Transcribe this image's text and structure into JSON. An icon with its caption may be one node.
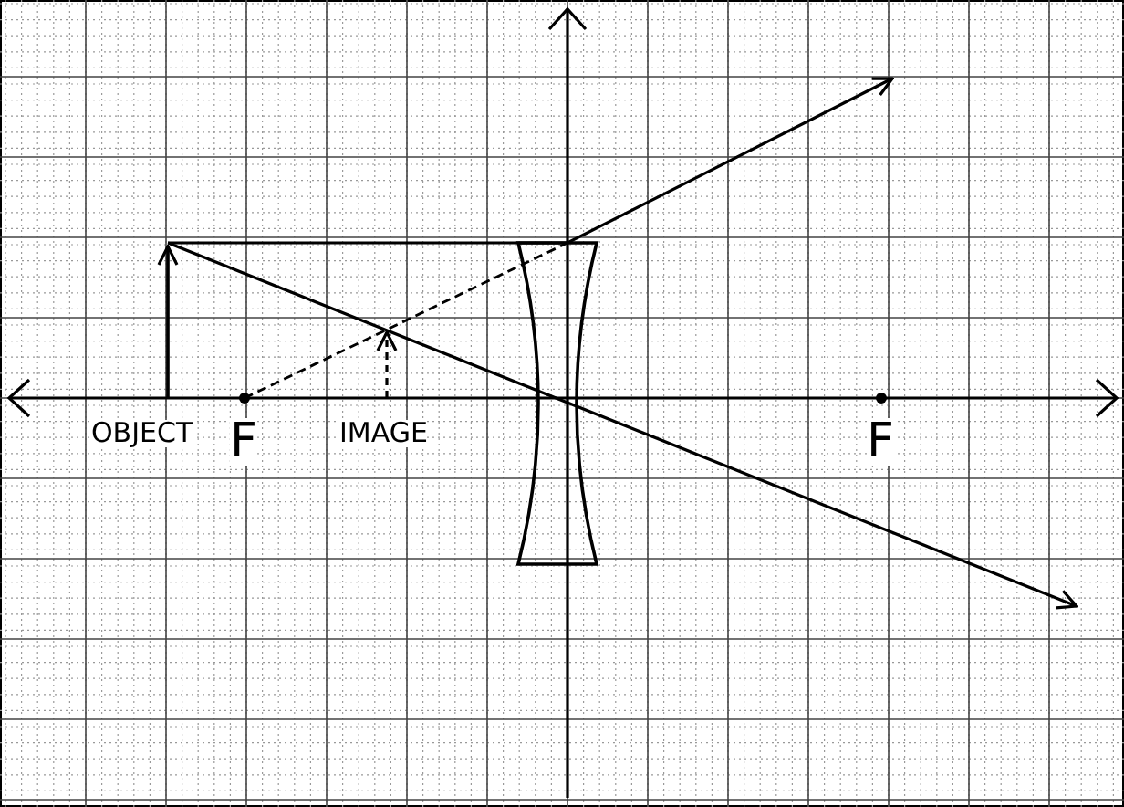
{
  "diagram": {
    "labels": [
      "OBJECT",
      "F",
      "IMAGE",
      "F"
    ]
  }
}
